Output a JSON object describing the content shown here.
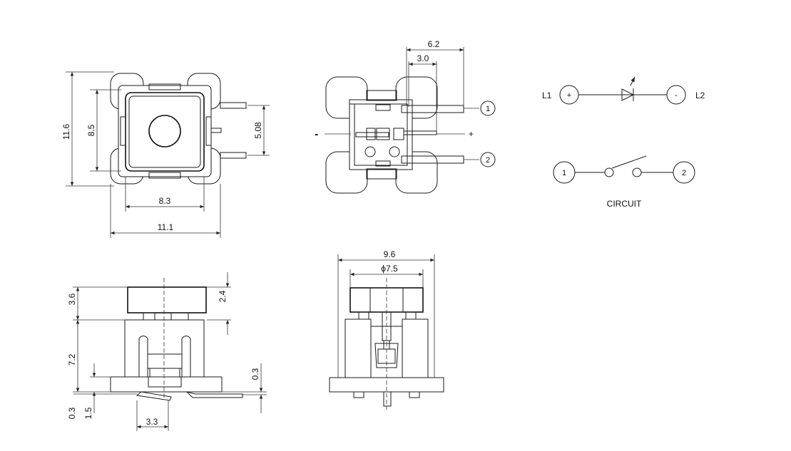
{
  "top_view": {
    "width": "11.1",
    "inner_width": "8.3",
    "height": "11.6",
    "inner_height": "8.5",
    "pin_pitch": "5.08"
  },
  "bottom_view": {
    "total_width": "6.2",
    "offset": "3.0",
    "minus": "-",
    "plus": "+",
    "pin1": "1",
    "pin2": "2"
  },
  "side_view": {
    "cap_height": "3.6",
    "cap_top": "2.4",
    "body_height": "7.2",
    "lead_thickness": "0.3",
    "lead_offset": "0.3",
    "lead_length": "1.5",
    "lead_pitch": "3.3"
  },
  "front_view": {
    "overall_width": "9.6",
    "cap_diameter": "ϕ7.5"
  },
  "circuit": {
    "l1_label": "L1",
    "l2_label": "L2",
    "plus": "+",
    "minus": "-",
    "pin1": "1",
    "pin2": "2",
    "title": "CIRCUIT"
  },
  "colors": {
    "line": "#1a1a1a",
    "background": "#ffffff"
  }
}
